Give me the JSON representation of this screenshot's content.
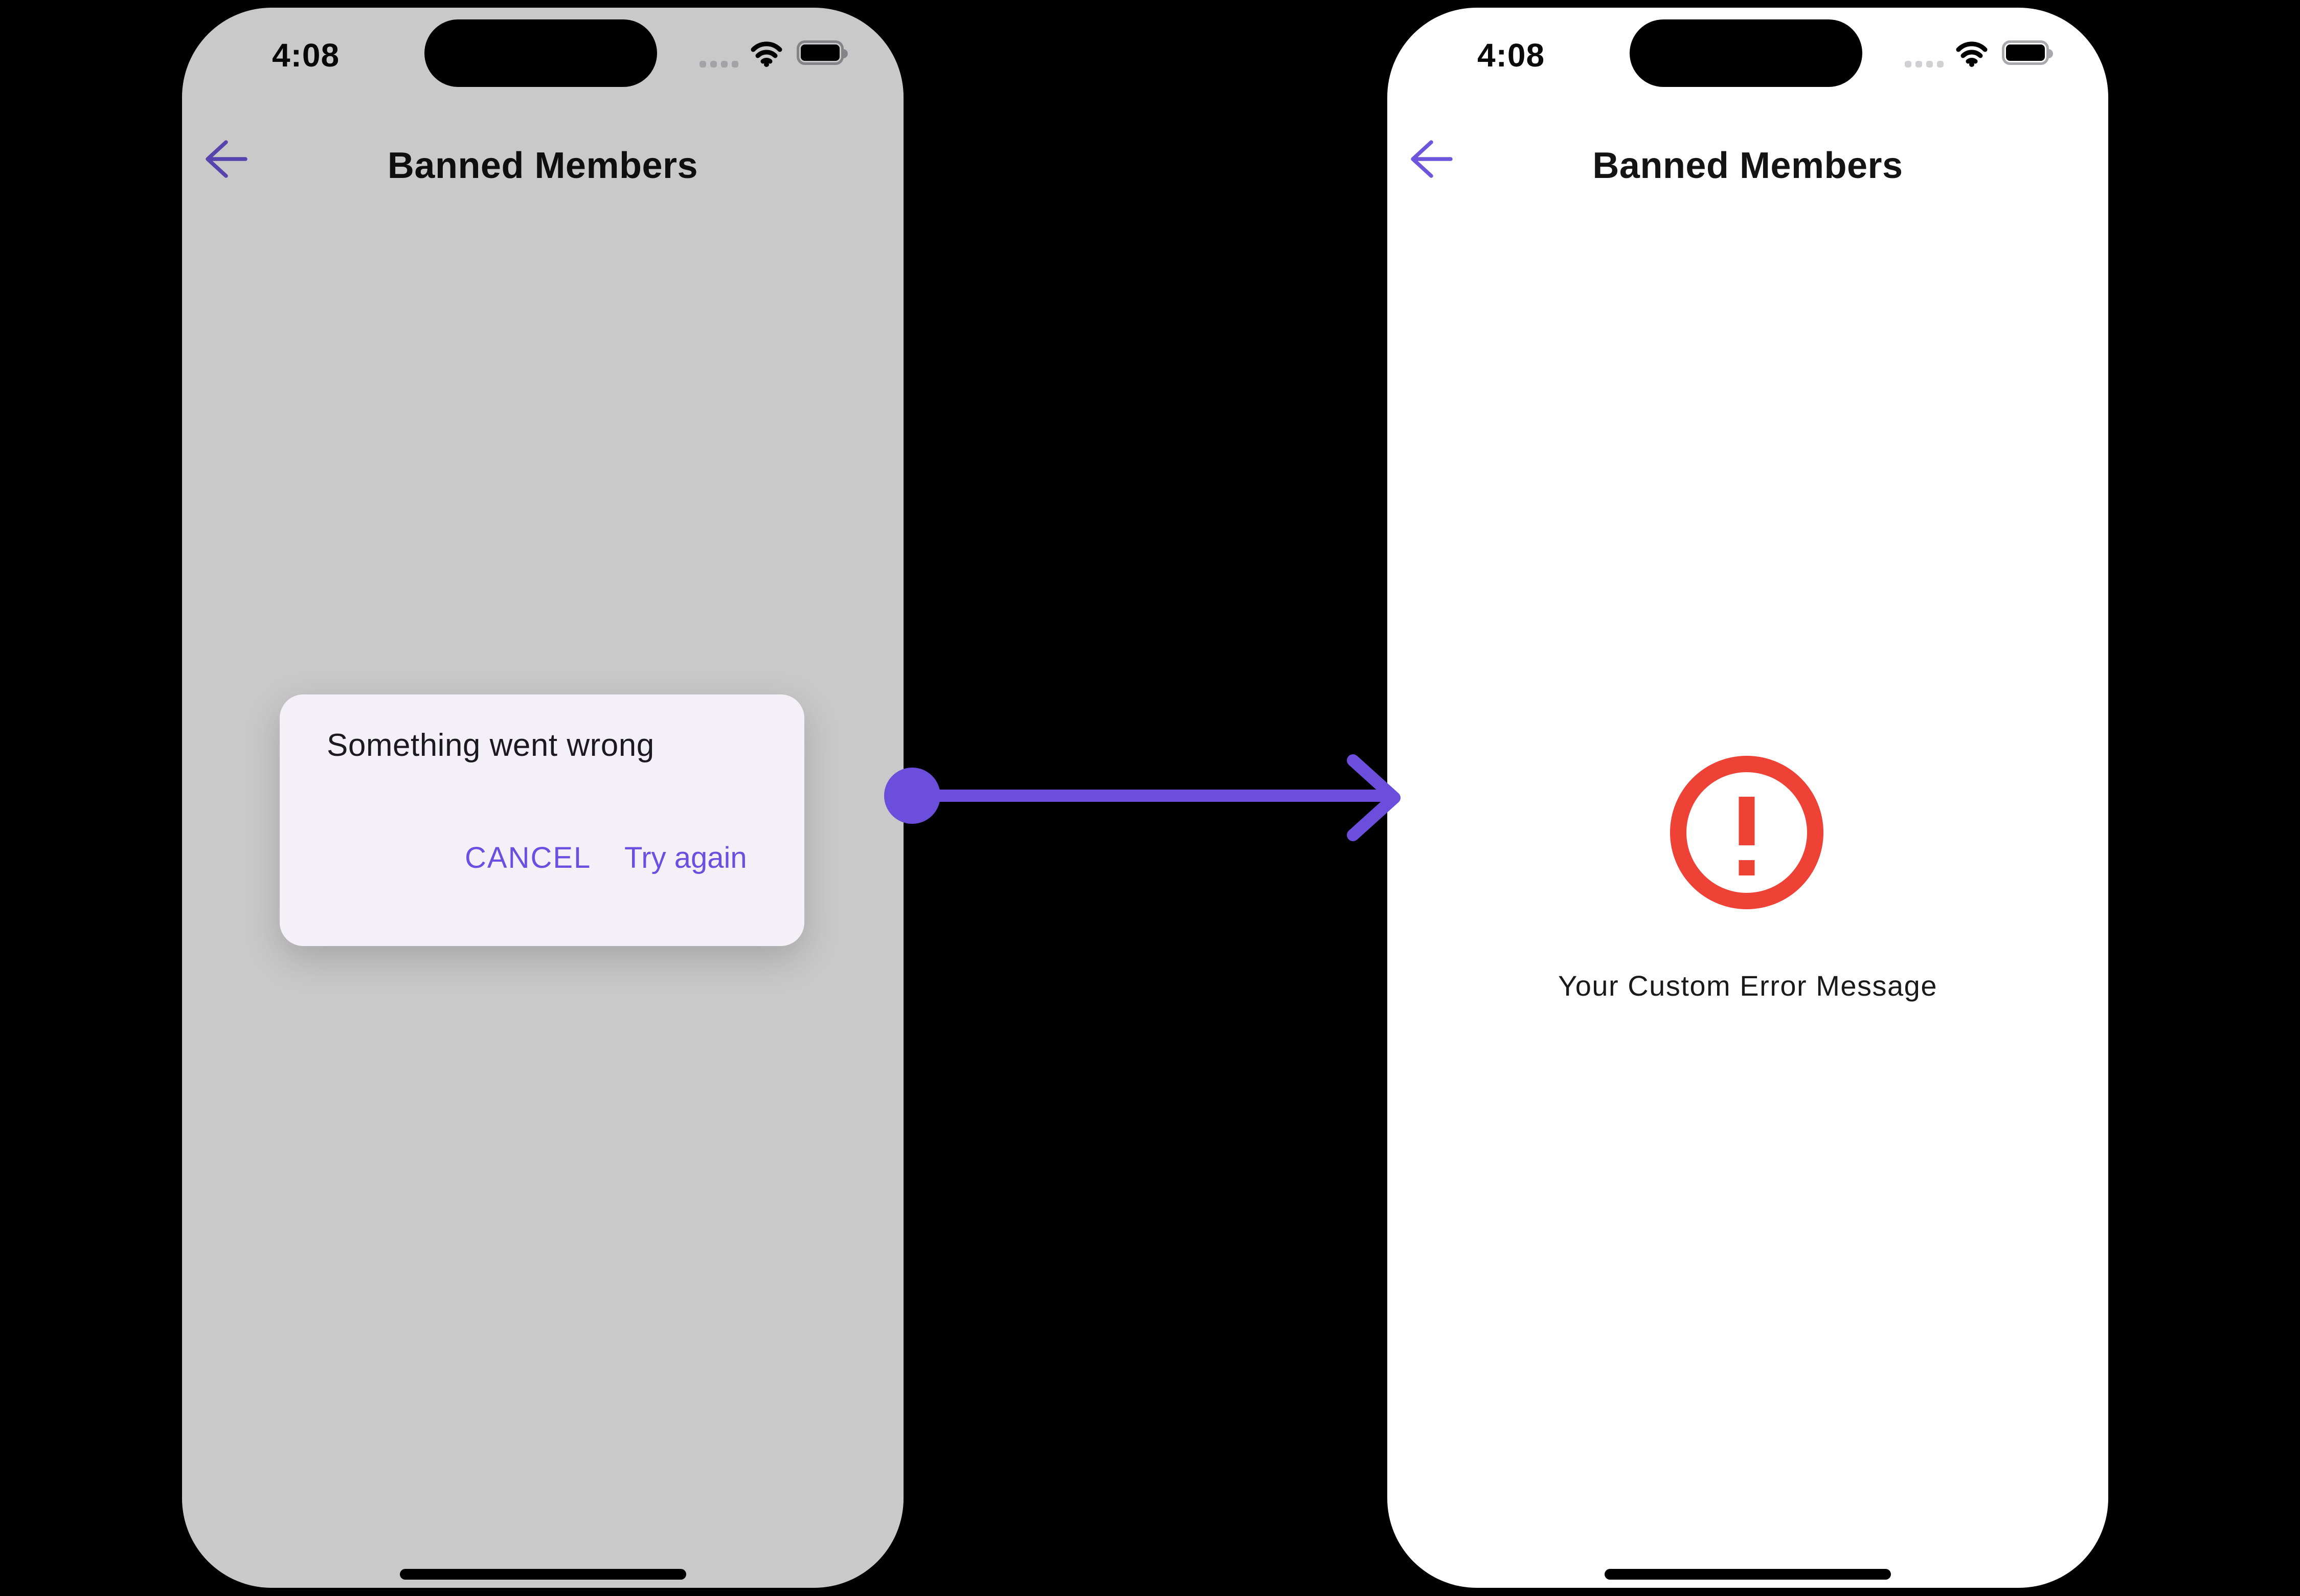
{
  "canvas": {
    "background": "#000000"
  },
  "colors": {
    "accent_purple": "#6B4EDB",
    "button_purple": "#6A50E0",
    "error_red": "#EE4237",
    "dialog_background": "#F3F0F8",
    "dim_scrim": "rgba(0,0,0,0.21)",
    "phone_background": "#FFFFFF"
  },
  "left_phone": {
    "status_bar": {
      "time": "4:08"
    },
    "header": {
      "title": "Banned Members"
    },
    "dialog": {
      "title": "Something went wrong",
      "cancel_label": "CANCEL",
      "try_again_label": "Try again"
    }
  },
  "right_phone": {
    "status_bar": {
      "time": "4:08"
    },
    "header": {
      "title": "Banned Members"
    },
    "error_state": {
      "message": "Your Custom Error Message"
    }
  },
  "connector": {
    "direction": "left-to-right"
  }
}
